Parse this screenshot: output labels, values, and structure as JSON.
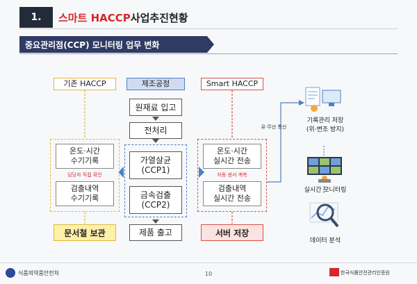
{
  "header": {
    "section_number": "1.",
    "title_accent": "스마트 HACCP",
    "title_rest": " 사업추진현황"
  },
  "banner": {
    "title": "중요관리점(CCP) 모니터링 업무 변화"
  },
  "columns": {
    "legacy": {
      "header": "기존 HACCP",
      "record1": "온도·시간\n수기기록",
      "note": "담당자 직접 확인",
      "record2": "검출내역\n수기기록",
      "footer": "문서철 보관"
    },
    "process": {
      "header": "제조공정",
      "step1": "원재료 입고",
      "step2": "전처리",
      "ccp1": "가열살균\n(CCP1)",
      "ccp2": "금속검출\n(CCP2)",
      "step5": "제품 출고"
    },
    "smart": {
      "header": "Smart HACCP",
      "record1": "온도·시간\n실시간 전송",
      "note": "자동 센서 계측",
      "record2": "검출내역\n실시간 전송",
      "footer": "서버 저장"
    }
  },
  "network_label": "유·무선 통신",
  "outputs": [
    {
      "label": "기록관리 저장\n(위·변조 방지)",
      "icon": "document-computer-icon"
    },
    {
      "label": "실시간 모니터링",
      "icon": "monitoring-screens-icon"
    },
    {
      "label": "데이터 분석",
      "icon": "magnifier-analysis-icon"
    }
  ],
  "footer": {
    "left_org": "식품의약품안전처",
    "page_number": "10",
    "right_org": "한국식품안전관리인증원"
  },
  "colors": {
    "accent_red": "#d7262e",
    "navy": "#2f3b63",
    "legacy_yellow": "#e0b93a",
    "process_blue": "#4f7fc4",
    "smart_red": "#d95046"
  }
}
